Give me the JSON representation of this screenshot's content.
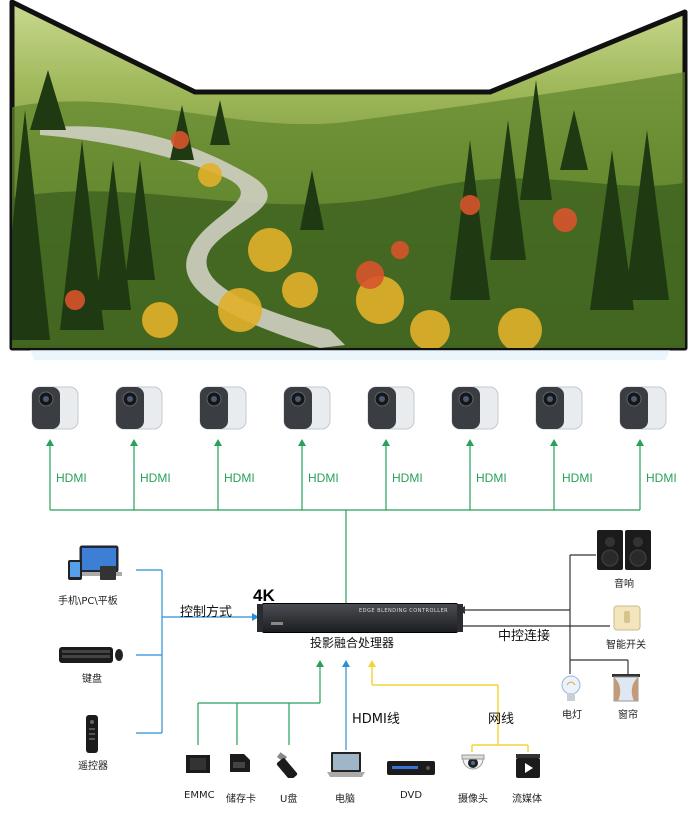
{
  "projectors": [
    {
      "label": "HDMI"
    },
    {
      "label": "HDMI"
    },
    {
      "label": "HDMI"
    },
    {
      "label": "HDMI"
    },
    {
      "label": "HDMI"
    },
    {
      "label": "HDMI"
    },
    {
      "label": "HDMI"
    },
    {
      "label": "HDMI"
    }
  ],
  "controller": {
    "badge": "4K",
    "panel_text": "EDGE BLENDING CONTROLLER",
    "caption": "投影融合处理器"
  },
  "left_inputs": {
    "control_label": "控制方式",
    "devices": [
      {
        "label": "手机\\PC\\平板",
        "icon": "devices-icon"
      },
      {
        "label": "键盘",
        "icon": "keyboard-icon"
      },
      {
        "label": "遥控器",
        "icon": "remote-icon"
      }
    ]
  },
  "right_outputs": {
    "link_label": "中控连接",
    "devices": [
      {
        "label": "音响",
        "icon": "speaker-icon"
      },
      {
        "label": "智能开关",
        "icon": "switch-icon"
      },
      {
        "label": "电灯",
        "icon": "bulb-icon"
      },
      {
        "label": "窗帘",
        "icon": "curtain-icon"
      }
    ]
  },
  "bottom_inputs": {
    "hdmi_line_label": "HDMI线",
    "network_line_label": "网线",
    "devices": [
      {
        "label": "EMMC",
        "icon": "chip-icon"
      },
      {
        "label": "储存卡",
        "icon": "sd-card-icon"
      },
      {
        "label": "U盘",
        "icon": "usb-drive-icon"
      },
      {
        "label": "电脑",
        "icon": "laptop-icon"
      },
      {
        "label": "DVD",
        "icon": "dvd-player-icon"
      },
      {
        "label": "摄像头",
        "icon": "camera-icon"
      },
      {
        "label": "流媒体",
        "icon": "media-icon"
      }
    ]
  },
  "colors": {
    "hdmi_green": "#27a15a",
    "control_blue": "#2b8fd6",
    "net_yellow": "#f2d43a",
    "frame": "#111111"
  }
}
